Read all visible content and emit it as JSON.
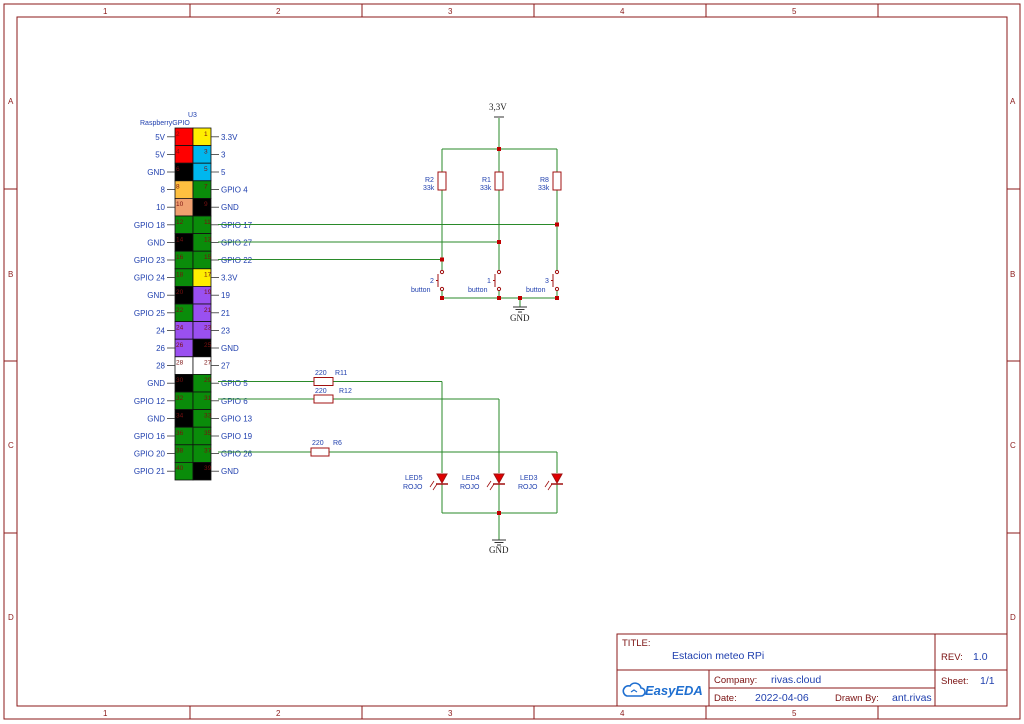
{
  "frame": {
    "columns": [
      "1",
      "2",
      "3",
      "4",
      "5"
    ],
    "rows": [
      "A",
      "B",
      "C",
      "D"
    ]
  },
  "colors": {
    "wire": "#2a8a2a",
    "frame": "#8b1a1a",
    "label": "#1f3fae",
    "junction": "#c00000",
    "led": "#e00000"
  },
  "gpio": {
    "ref": "U3",
    "name": "RaspberryGPIO",
    "rows": [
      {
        "left_label": "5V",
        "left_num": "2",
        "left_color": "#ff0000",
        "right_label": "3.3V",
        "right_num": "1",
        "right_color": "#ffee00"
      },
      {
        "left_label": "5V",
        "left_num": "4",
        "left_color": "#ff0000",
        "right_label": "3",
        "right_num": "3",
        "right_color": "#00b7ee"
      },
      {
        "left_label": "GND",
        "left_num": "6",
        "left_color": "#000000",
        "right_label": "5",
        "right_num": "5",
        "right_color": "#00b7ee"
      },
      {
        "left_label": "8",
        "left_num": "8",
        "left_color": "#ffc040",
        "right_label": "GPIO 4",
        "right_num": "7",
        "right_color": "#0a8c0a"
      },
      {
        "left_label": "10",
        "left_num": "10",
        "left_color": "#f0a070",
        "right_label": "GND",
        "right_num": "9",
        "right_color": "#000000"
      },
      {
        "left_label": "GPIO 18",
        "left_num": "12",
        "left_color": "#0a8c0a",
        "right_label": "GPIO 17",
        "right_num": "11",
        "right_color": "#0a8c0a"
      },
      {
        "left_label": "GND",
        "left_num": "14",
        "left_color": "#000000",
        "right_label": "GPIO 27",
        "right_num": "13",
        "right_color": "#0a8c0a"
      },
      {
        "left_label": "GPIO 23",
        "left_num": "16",
        "left_color": "#0a8c0a",
        "right_label": "GPIO 22",
        "right_num": "15",
        "right_color": "#0a8c0a"
      },
      {
        "left_label": "GPIO 24",
        "left_num": "18",
        "left_color": "#0a8c0a",
        "right_label": "3.3V",
        "right_num": "17",
        "right_color": "#ffee00"
      },
      {
        "left_label": "GND",
        "left_num": "20",
        "left_color": "#000000",
        "right_label": "19",
        "right_num": "19",
        "right_color": "#9a50f0"
      },
      {
        "left_label": "GPIO 25",
        "left_num": "22",
        "left_color": "#0a8c0a",
        "right_label": "21",
        "right_num": "21",
        "right_color": "#9a50f0"
      },
      {
        "left_label": "24",
        "left_num": "24",
        "left_color": "#9a50f0",
        "right_label": "23",
        "right_num": "23",
        "right_color": "#9a50f0"
      },
      {
        "left_label": "26",
        "left_num": "26",
        "left_color": "#9a50f0",
        "right_label": "GND",
        "right_num": "25",
        "right_color": "#000000"
      },
      {
        "left_label": "28",
        "left_num": "28",
        "left_color": "#ffffff",
        "right_label": "27",
        "right_num": "27",
        "right_color": "#ffffff"
      },
      {
        "left_label": "GND",
        "left_num": "30",
        "left_color": "#000000",
        "right_label": "GPIO 5",
        "right_num": "29",
        "right_color": "#0a8c0a"
      },
      {
        "left_label": "GPIO 12",
        "left_num": "32",
        "left_color": "#0a8c0a",
        "right_label": "GPIO 6",
        "right_num": "31",
        "right_color": "#0a8c0a"
      },
      {
        "left_label": "GND",
        "left_num": "34",
        "left_color": "#000000",
        "right_label": "GPIO 13",
        "right_num": "33",
        "right_color": "#0a8c0a"
      },
      {
        "left_label": "GPIO 16",
        "left_num": "36",
        "left_color": "#0a8c0a",
        "right_label": "GPIO 19",
        "right_num": "35",
        "right_color": "#0a8c0a"
      },
      {
        "left_label": "GPIO 20",
        "left_num": "38",
        "left_color": "#0a8c0a",
        "right_label": "GPIO 26",
        "right_num": "37",
        "right_color": "#0a8c0a"
      },
      {
        "left_label": "GPIO 21",
        "left_num": "40",
        "left_color": "#0a8c0a",
        "right_label": "GND",
        "right_num": "39",
        "right_color": "#000000"
      }
    ]
  },
  "nets": {
    "vcc": "3,3V",
    "gnd_top": "GND",
    "gnd_bottom": "GND"
  },
  "pullups": [
    {
      "ref": "R2",
      "value": "33k"
    },
    {
      "ref": "R1",
      "value": "33k"
    },
    {
      "ref": "R8",
      "value": "33k"
    }
  ],
  "buttons": [
    {
      "pin": "2",
      "label": "button"
    },
    {
      "pin": "1",
      "label": "button"
    },
    {
      "pin": "3",
      "label": "button"
    }
  ],
  "led_resistors": [
    {
      "ref": "R11",
      "value": "220"
    },
    {
      "ref": "R12",
      "value": "220"
    },
    {
      "ref": "R6",
      "value": "220"
    }
  ],
  "leds": [
    {
      "ref": "LED5",
      "value": "ROJO"
    },
    {
      "ref": "LED4",
      "value": "ROJO"
    },
    {
      "ref": "LED3",
      "value": "ROJO"
    }
  ],
  "title_block": {
    "title_key": "TITLE:",
    "title": "Estacion meteo RPi",
    "rev_key": "REV:",
    "rev": "1.0",
    "company_key": "Company:",
    "company": "rivas.cloud",
    "sheet_key": "Sheet:",
    "sheet": "1/1",
    "date_key": "Date:",
    "date": "2022-04-06",
    "drawn_key": "Drawn By:",
    "drawn": "ant.rivas",
    "logo": "EasyEDA",
    "logo_icon": "cloud-logo-icon"
  }
}
